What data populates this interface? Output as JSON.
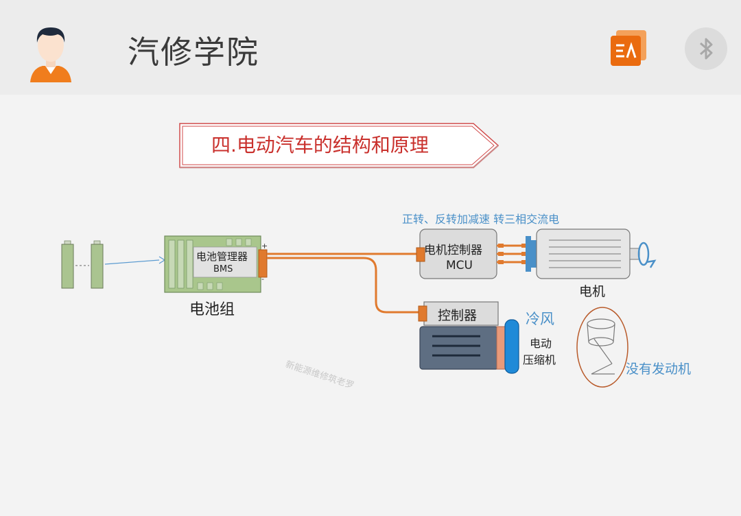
{
  "header": {
    "title": "汽修学院"
  },
  "slide": {
    "title": "四.电动汽车的结构和原理",
    "motor_command_caption": "正转、反转加减速 转三相交流电",
    "battery_pack": {
      "bms_label": "电池管理器",
      "bms_sub": "BMS",
      "label": "电池组",
      "plus": "+",
      "minus": "-"
    },
    "mcu": {
      "label": "电机控制器",
      "sub": "MCU"
    },
    "motor": {
      "label": "电机"
    },
    "compressor": {
      "controller_label": "控制器",
      "cold_air_label": "冷风",
      "label_line1": "电动",
      "label_line2": "压缩机"
    },
    "engine": {
      "no_engine_label": "没有发动机"
    },
    "watermark": "新能源维修筑老罗"
  },
  "colors": {
    "title_red": "#c9302c",
    "accent_blue": "#4a90c8",
    "cable_orange": "#e07a2e",
    "battery_green": "#a8c88a",
    "compressor_slate": "#5e6e82"
  }
}
